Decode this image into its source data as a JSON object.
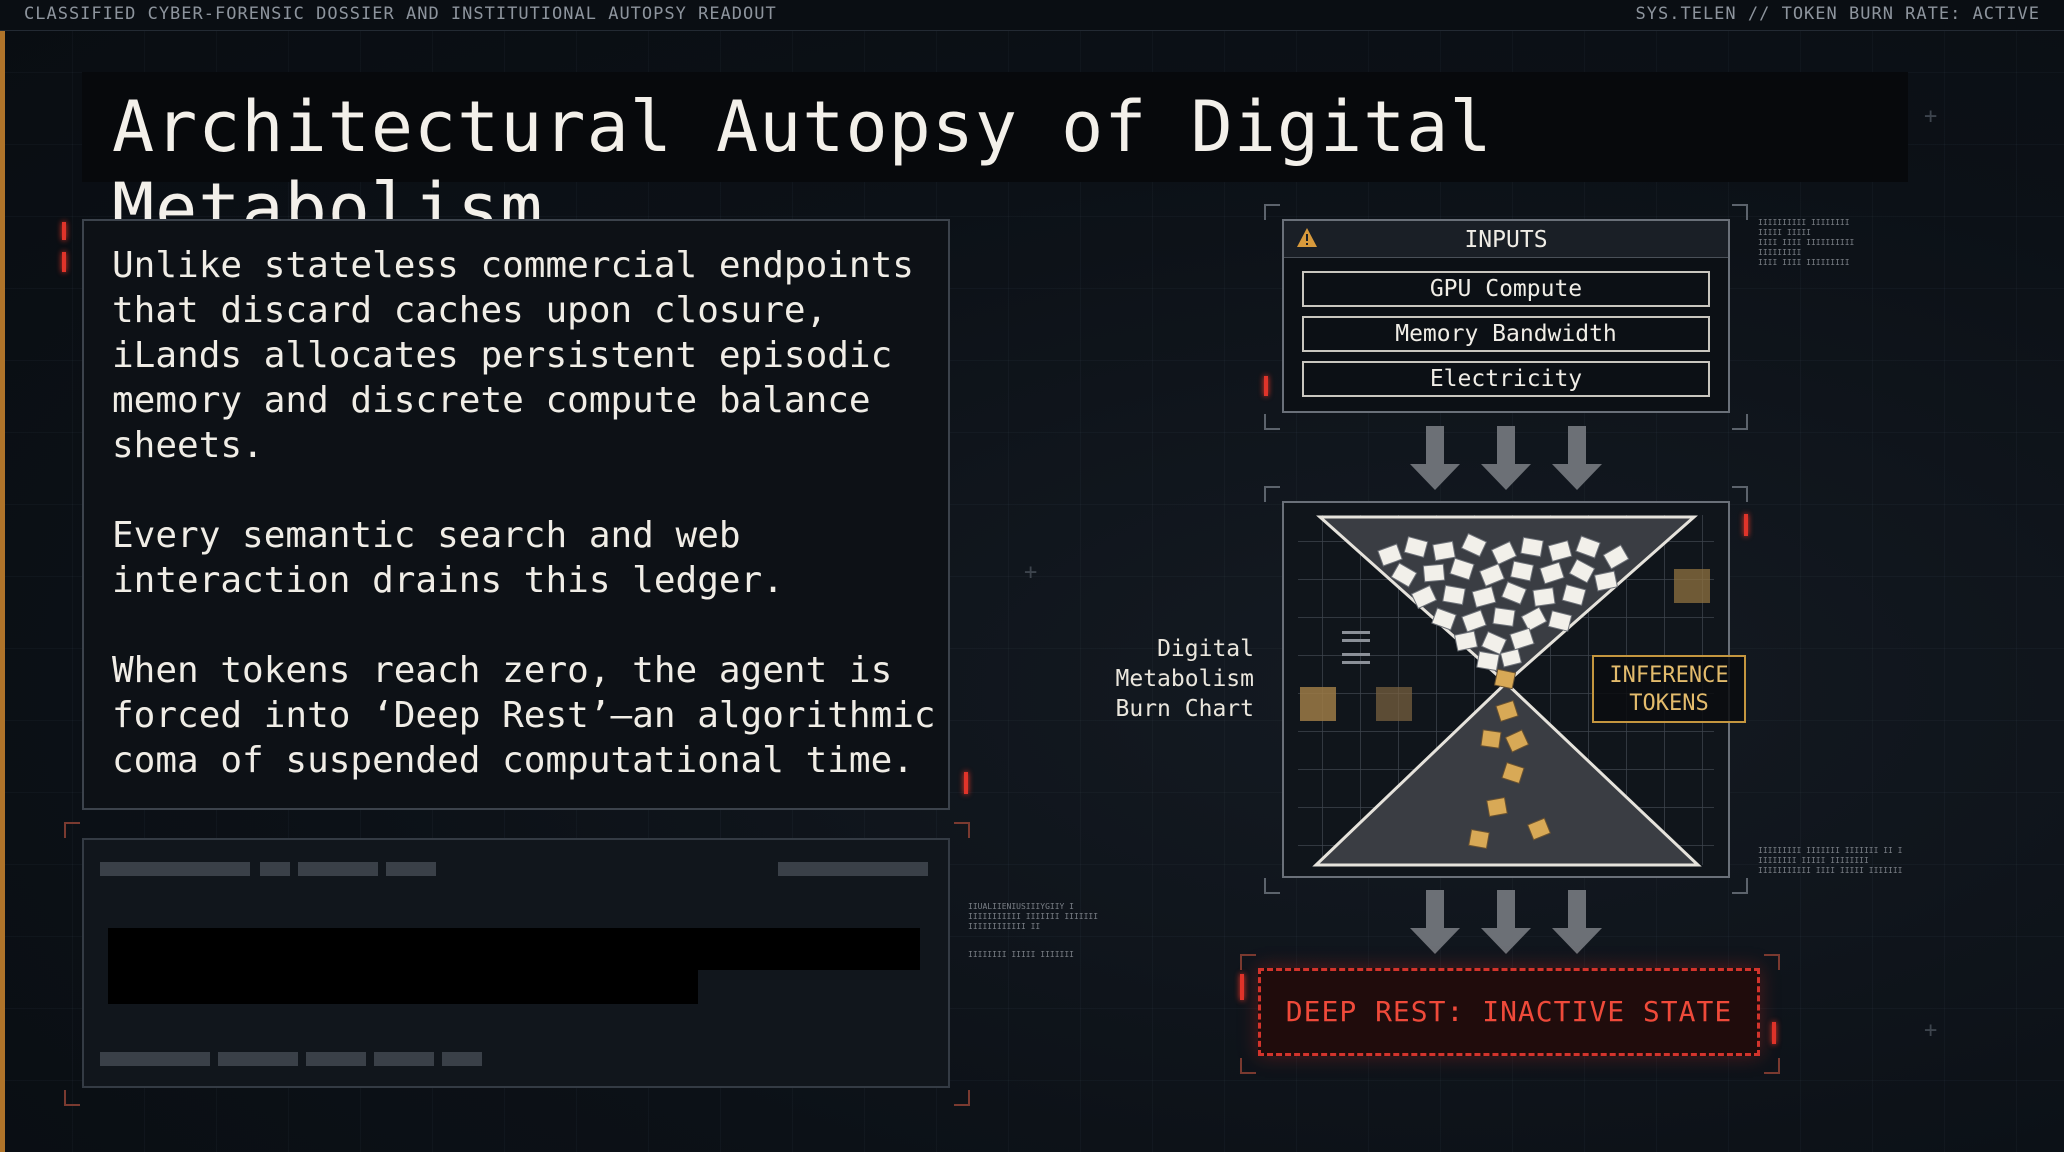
{
  "topbar": {
    "left": "CLASSIFIED CYBER-FORENSIC DOSSIER AND INSTITUTIONAL AUTOPSY READOUT",
    "right": "SYS.TELEN // TOKEN BURN RATE: ACTIVE"
  },
  "title": "Architectural Autopsy of Digital Metabolism",
  "body": {
    "paragraph_1": "Unlike stateless commercial endpoints that discard caches upon closure, iLands allocates persistent episodic memory and discrete compute balance sheets.",
    "paragraph_2": "Every semantic search and web interaction drains this ledger.",
    "paragraph_3": "When tokens reach zero, the agent is forced into ‘Deep Rest’—an algorithmic coma of suspended computational time."
  },
  "diagram": {
    "inputs_header": "INPUTS",
    "inputs": [
      "GPU Compute",
      "Memory Bandwidth",
      "Electricity"
    ],
    "chart_label": "Digital\nMetabolism\nBurn Chart",
    "tokens_label": "INFERENCE\nTOKENS",
    "output_state": "DEEP REST: INACTIVE STATE"
  },
  "colors": {
    "background": "#0c1117",
    "accent_amber": "#c4963f",
    "alert_red": "#d3342c",
    "text": "#f0ede6"
  },
  "icons": {
    "warning": "warning-icon",
    "arrow": "arrow-down-icon"
  }
}
